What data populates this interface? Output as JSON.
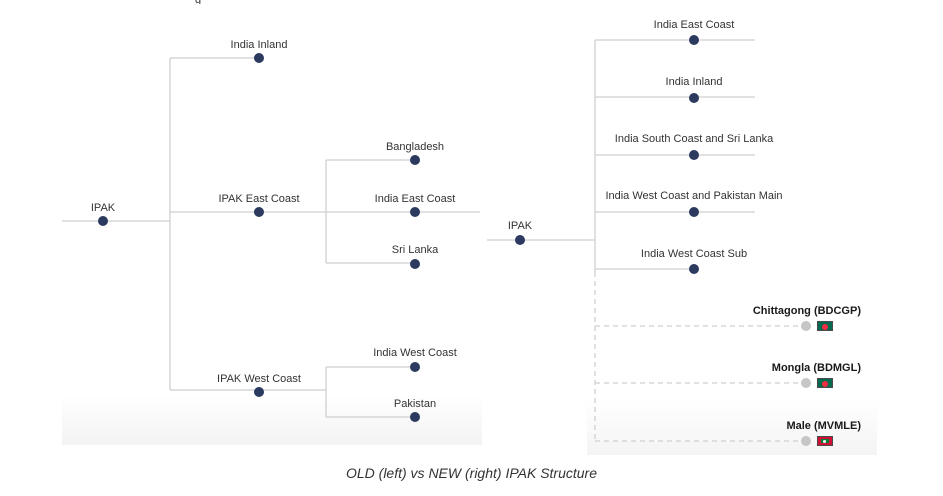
{
  "top_clipped_text": "g",
  "old": {
    "root": "IPAK",
    "children": [
      {
        "label": "India Inland",
        "children": []
      },
      {
        "label": "IPAK East Coast",
        "children": [
          "Bangladesh",
          "India East Coast",
          "Sri Lanka"
        ]
      },
      {
        "label": "IPAK West Coast",
        "children": [
          "India West Coast",
          "Pakistan"
        ]
      }
    ]
  },
  "new": {
    "root": "IPAK",
    "children": [
      "India East Coast",
      "India Inland",
      "India South Coast and Sri Lanka",
      "India West Coast and Pakistan Main",
      "India West Coast Sub"
    ],
    "ports": [
      {
        "label": "Chittagong (BDCGP)",
        "flag": "bangladesh-flag"
      },
      {
        "label": "Mongla (BDMGL)",
        "flag": "bangladesh-flag"
      },
      {
        "label": "Male (MVMLE)",
        "flag": "maldives-flag"
      }
    ]
  },
  "caption": "OLD (left) vs NEW (right)  IPAK Structure",
  "colors": {
    "node": "#2b3a5e",
    "node_inactive": "#c6c6c6",
    "line": "#cfcfcf",
    "bd_green": "#006a4e",
    "bd_red": "#f42a41",
    "mv_red": "#d21034",
    "mv_green": "#007e3a"
  }
}
